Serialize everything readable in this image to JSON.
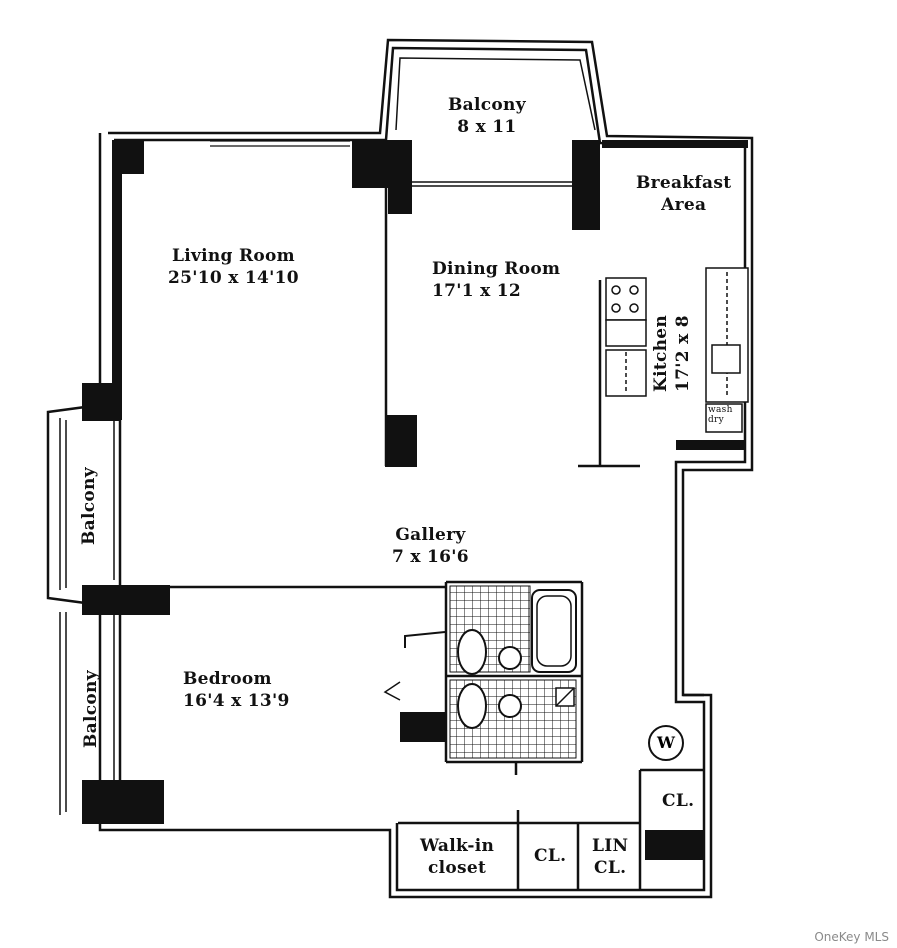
{
  "rooms": {
    "balcony_top": {
      "name": "Balcony",
      "size": "8 x 11"
    },
    "breakfast": {
      "name_1": "Breakfast",
      "name_2": "Area"
    },
    "living": {
      "name": "Living Room",
      "size": "25'10 x 14'10"
    },
    "dining": {
      "name": "Dining Room",
      "size": "17'1 x 12"
    },
    "kitchen": {
      "name": "Kitchen",
      "size": "17'2 x 8"
    },
    "balcony_left_upper": {
      "name": "Balcony"
    },
    "balcony_left_lower": {
      "name": "Balcony"
    },
    "gallery": {
      "name": "Gallery",
      "size": "7 x 16'6"
    },
    "bedroom": {
      "name": "Bedroom",
      "size": "16'4 x 13'9"
    },
    "walkin": {
      "name_1": "Walk-in",
      "name_2": "closet"
    },
    "closet_1": {
      "name": "CL."
    },
    "linen": {
      "name_1": "LIN",
      "name_2": "CL."
    },
    "closet_2": {
      "name": "CL."
    },
    "washer": {
      "name": "W"
    },
    "wash_dry": {
      "name_1": "wash",
      "name_2": "dry"
    }
  },
  "watermark": "OneKey MLS"
}
